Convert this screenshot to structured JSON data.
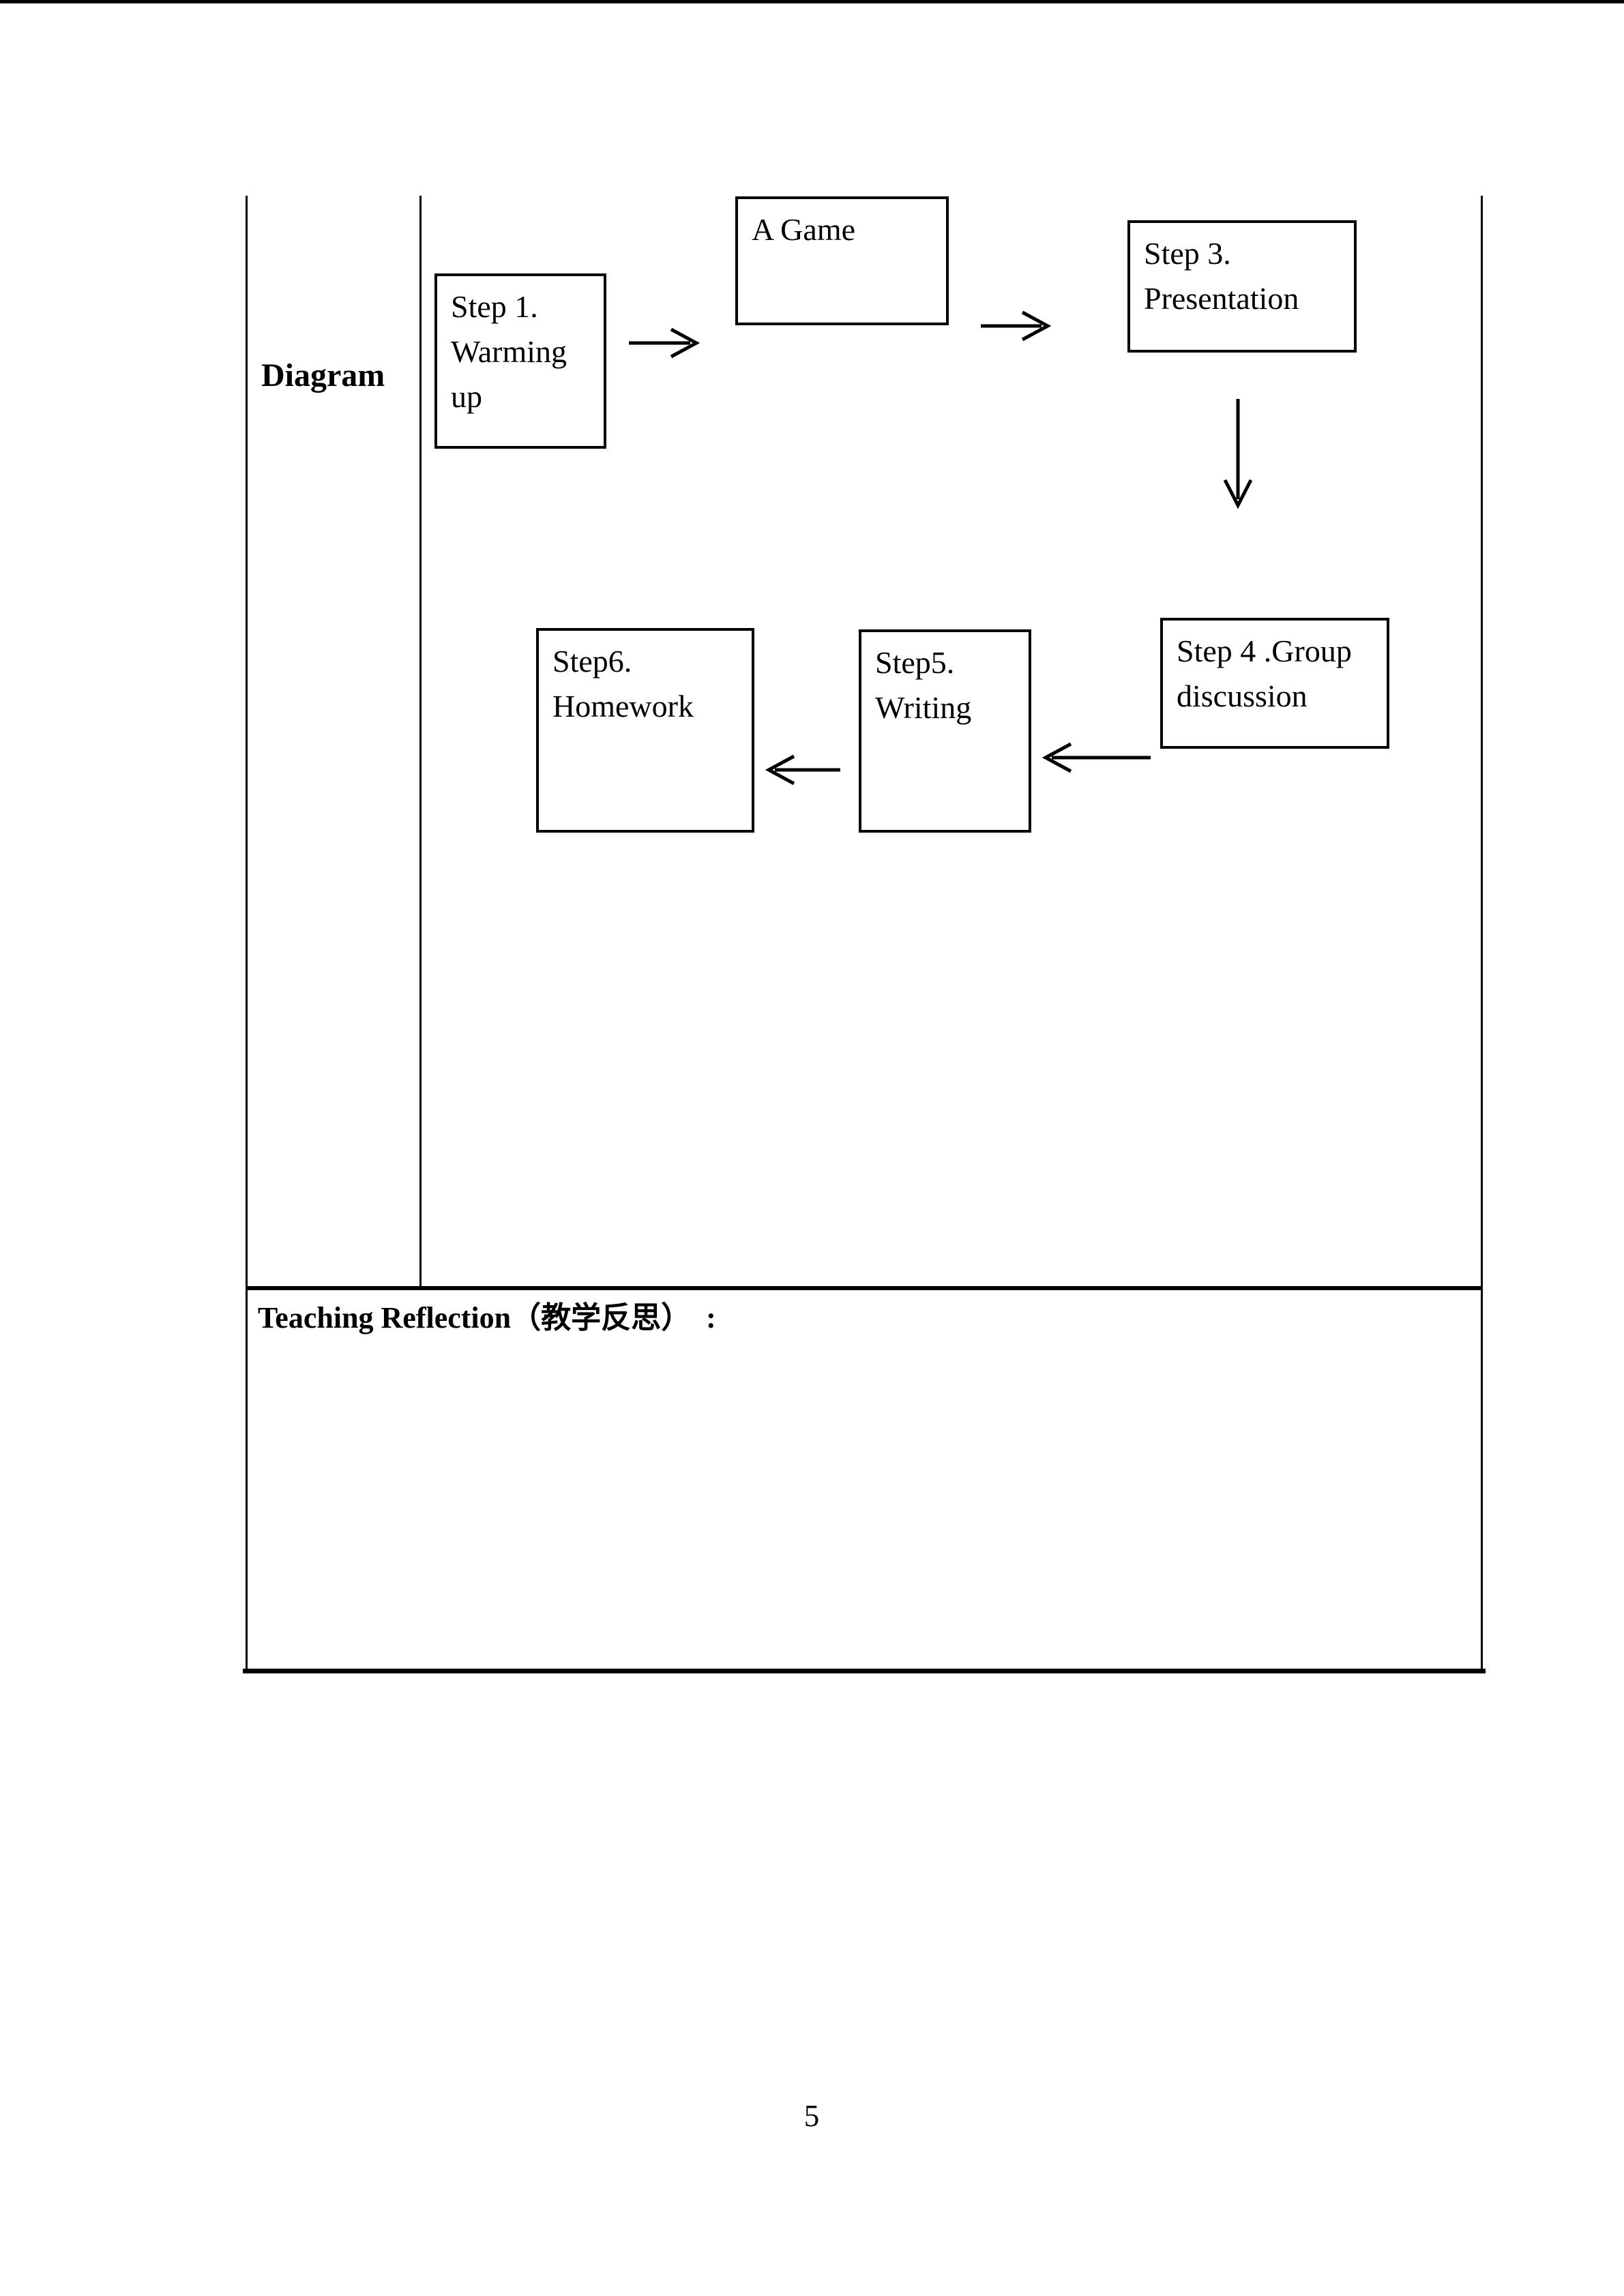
{
  "page": {
    "number": "5"
  },
  "colors": {
    "ink": "#000000",
    "paper": "#ffffff"
  },
  "table": {
    "diagram_label": "Diagram",
    "reflection_header": "Teaching Reflection（教学反思）　:"
  },
  "flowchart": {
    "nodes": [
      {
        "id": "step1",
        "lines": [
          "Step 1.",
          "Warming",
          "up"
        ]
      },
      {
        "id": "game",
        "lines": [
          "A Game"
        ]
      },
      {
        "id": "step3",
        "lines": [
          "Step 3.",
          "Presentation"
        ]
      },
      {
        "id": "step4",
        "lines": [
          "Step 4 .Group",
          "discussion"
        ]
      },
      {
        "id": "step5",
        "lines": [
          "Step5.",
          "Writing"
        ]
      },
      {
        "id": "step6",
        "lines": [
          "Step6.",
          "Homework"
        ]
      }
    ],
    "arrows": [
      {
        "from": "step1",
        "to": "game",
        "direction": "right"
      },
      {
        "from": "game",
        "to": "step3",
        "direction": "right"
      },
      {
        "from": "step3",
        "to": "step4",
        "direction": "down"
      },
      {
        "from": "step4",
        "to": "step5",
        "direction": "left"
      },
      {
        "from": "step5",
        "to": "step6",
        "direction": "left"
      }
    ]
  }
}
